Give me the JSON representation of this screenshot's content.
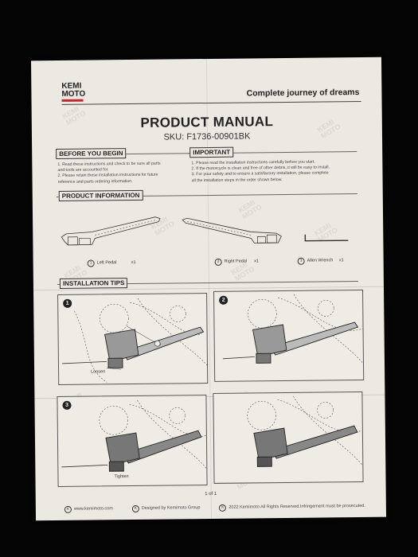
{
  "header": {
    "logo_line1": "KEMI",
    "logo_line2": "MOTO",
    "slogan": "Complete journey of dreams"
  },
  "title": "PRODUCT MANUAL",
  "sku": "SKU:  F1736-00901BK",
  "before": {
    "heading": "BEFORE YOU BEGIN",
    "lines": [
      "1. Read these instructions and check to be sure all parts",
      "and tools are accounted for.",
      "2. Please retain these installation instructions for future",
      "reference and parts ordering information."
    ]
  },
  "important": {
    "heading": "IMPORTANT",
    "lines": [
      "1. Please read the installation instructions carefully before you start.",
      "2. If the motorcycle is clean and free of other debris, it will be easy to install.",
      "3. For your safety and to ensure a satisfactory installation, please complete",
      "all the installation steps in the order shown below."
    ]
  },
  "product_info": {
    "heading": "PRODUCT INFORMATION",
    "items": [
      {
        "num": "1",
        "name": "Left Pedal",
        "qty": "x1"
      },
      {
        "num": "2",
        "name": "Right Pedal",
        "qty": "x1"
      },
      {
        "num": "3",
        "name": "Allen Wrench",
        "qty": "x1"
      }
    ]
  },
  "installation": {
    "heading": "INSTALLATION TIPS",
    "steps": [
      {
        "num": "1",
        "note": "Loosen",
        "callout": "1"
      },
      {
        "num": "2",
        "note": "",
        "callout": ""
      },
      {
        "num": "3",
        "note": "Tighten",
        "callout": ""
      },
      {
        "num": "",
        "note": "",
        "callout": ""
      }
    ]
  },
  "page_indicator": "1 of 1",
  "footer": {
    "website": "www.kemimoto.com",
    "designed": "Designed by Kemimoto Group",
    "copyright": "2022 Kemimoto All Rights Reserved.Infringement must be prosecuted.",
    "mark": "K"
  }
}
